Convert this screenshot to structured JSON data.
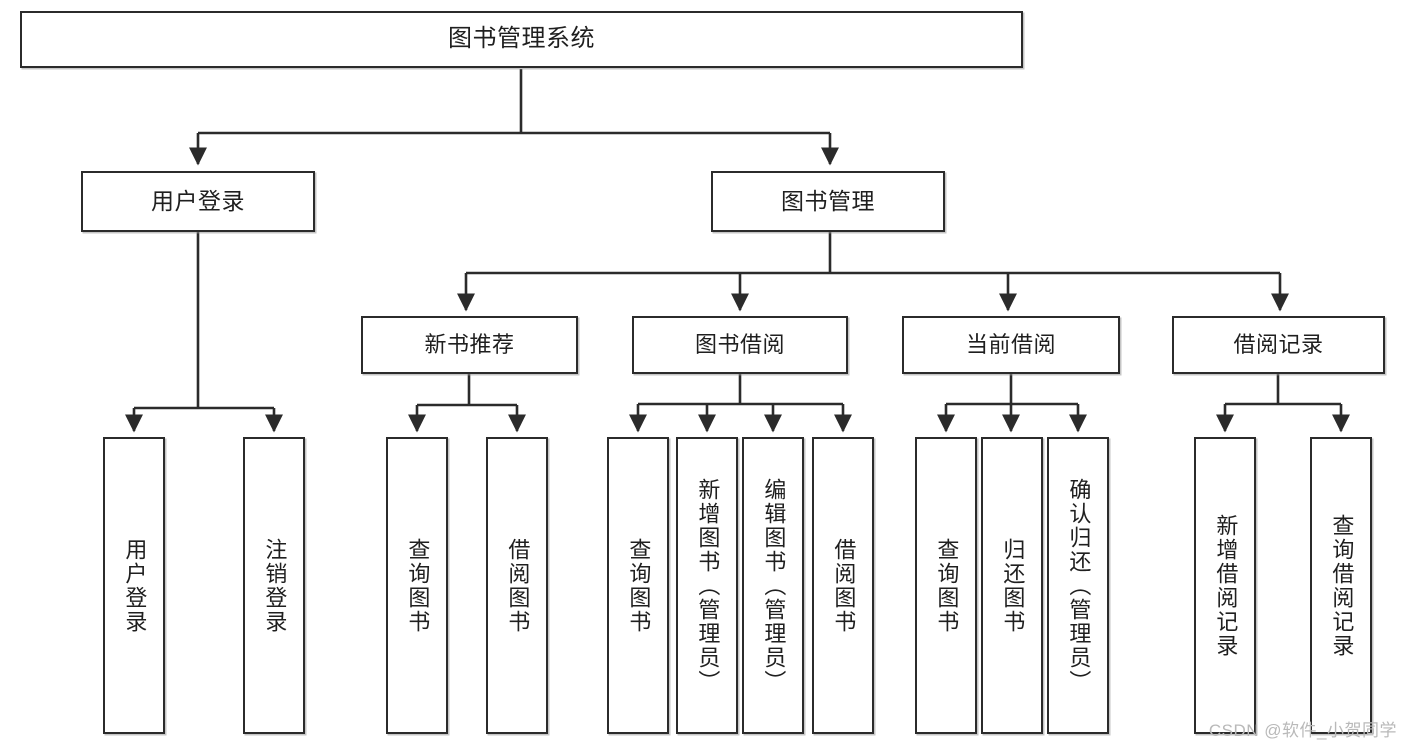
{
  "diagram": {
    "title": "图书管理系统",
    "type": "tree-hierarchy",
    "watermark": "CSDN @软件_小贺同学",
    "colors": {
      "box_border": "#2b2b2b",
      "box_fill": "#ffffff",
      "edge": "#2b2b2b",
      "text": "#1f1f1f",
      "watermark": "#b9b9b9"
    }
  },
  "nodes": {
    "root": {
      "label": "图书管理系统"
    },
    "level2": [
      {
        "label": "用户登录"
      },
      {
        "label": "图书管理"
      }
    ],
    "level3": [
      {
        "label": "新书推荐"
      },
      {
        "label": "图书借阅"
      },
      {
        "label": "当前借阅"
      },
      {
        "label": "借阅记录"
      }
    ],
    "leaves_user_login": [
      {
        "label": "用户登录"
      },
      {
        "label": "注销登录"
      }
    ],
    "leaves_new_books": [
      {
        "label": "查询图书"
      },
      {
        "label": "借阅图书"
      }
    ],
    "leaves_borrow": [
      {
        "label": "查询图书"
      },
      {
        "label": "新增图书（管理员）"
      },
      {
        "label": "编辑图书（管理员）"
      },
      {
        "label": "借阅图书"
      }
    ],
    "leaves_current": [
      {
        "label": "查询图书"
      },
      {
        "label": "归还图书"
      },
      {
        "label": "确认归还（管理员）"
      }
    ],
    "leaves_records": [
      {
        "label": "新增借阅记录"
      },
      {
        "label": "查询借阅记录"
      }
    ]
  }
}
